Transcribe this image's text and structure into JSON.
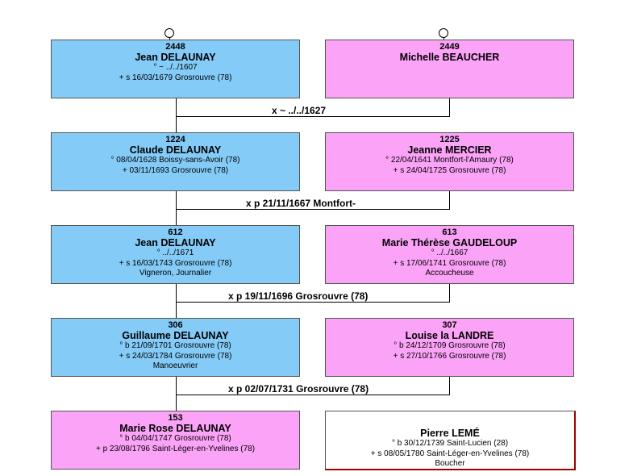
{
  "persons": {
    "p2448": {
      "num": "2448",
      "name": "Jean DELAUNAY",
      "l1": "° ~ ../../1607",
      "l2": "+ s 16/03/1679 Grosrouvre (78)"
    },
    "p2449": {
      "num": "2449",
      "name": "Michelle BEAUCHER"
    },
    "p1224": {
      "num": "1224",
      "name": "Claude DELAUNAY",
      "l1": "° 08/04/1628 Boissy-sans-Avoir (78)",
      "l2": "+ 03/11/1693 Grosrouvre (78)"
    },
    "p1225": {
      "num": "1225",
      "name": "Jeanne MERCIER",
      "l1": "° 22/04/1641 Montfort-l'Amaury (78)",
      "l2": "+ s 24/04/1725 Grosrouvre (78)"
    },
    "p612": {
      "num": "612",
      "name": "Jean DELAUNAY",
      "l1": "° ../../1671",
      "l2": "+ s 16/03/1743 Grosrouvre (78)",
      "l3": "Vigneron, Journalier"
    },
    "p613": {
      "num": "613",
      "name": "Marie Thérèse GAUDELOUP",
      "l1": "° ../../1667",
      "l2": "+ s 17/06/1741 Grosrouvre (78)",
      "l3": "Accoucheuse"
    },
    "p306": {
      "num": "306",
      "name": "Guillaume DELAUNAY",
      "l1": "° b 21/09/1701 Grosrouvre (78)",
      "l2": "+ s 24/03/1784 Grosrouvre (78)",
      "l3": "Manoeuvrier"
    },
    "p307": {
      "num": "307",
      "name": "Louise la LANDRE",
      "l1": "° b 24/12/1709 Grosrouvre (78)",
      "l2": "+ s 27/10/1766 Grosrouvre (78)"
    },
    "p153": {
      "num": "153",
      "name": "Marie Rose DELAUNAY",
      "l1": "° b 04/04/1747 Grosrouvre (78)",
      "l2": "+ p 23/08/1796 Saint-Léger-en-Yvelines (78)"
    },
    "pleme": {
      "name": "Pierre LEMÉ",
      "l1": "° b 30/12/1739 Saint-Lucien (28)",
      "l2": "+ s 08/05/1780 Saint-Léger-en-Yvelines (78)",
      "l3": "Boucher"
    }
  },
  "marriages": {
    "m1": "x ~ ../../1627",
    "m2": "x p 21/11/1667 Montfort-",
    "m3": "x p 19/11/1696 Grosrouvre (78)",
    "m4": "x p 02/07/1731 Grosrouvre (78)"
  }
}
